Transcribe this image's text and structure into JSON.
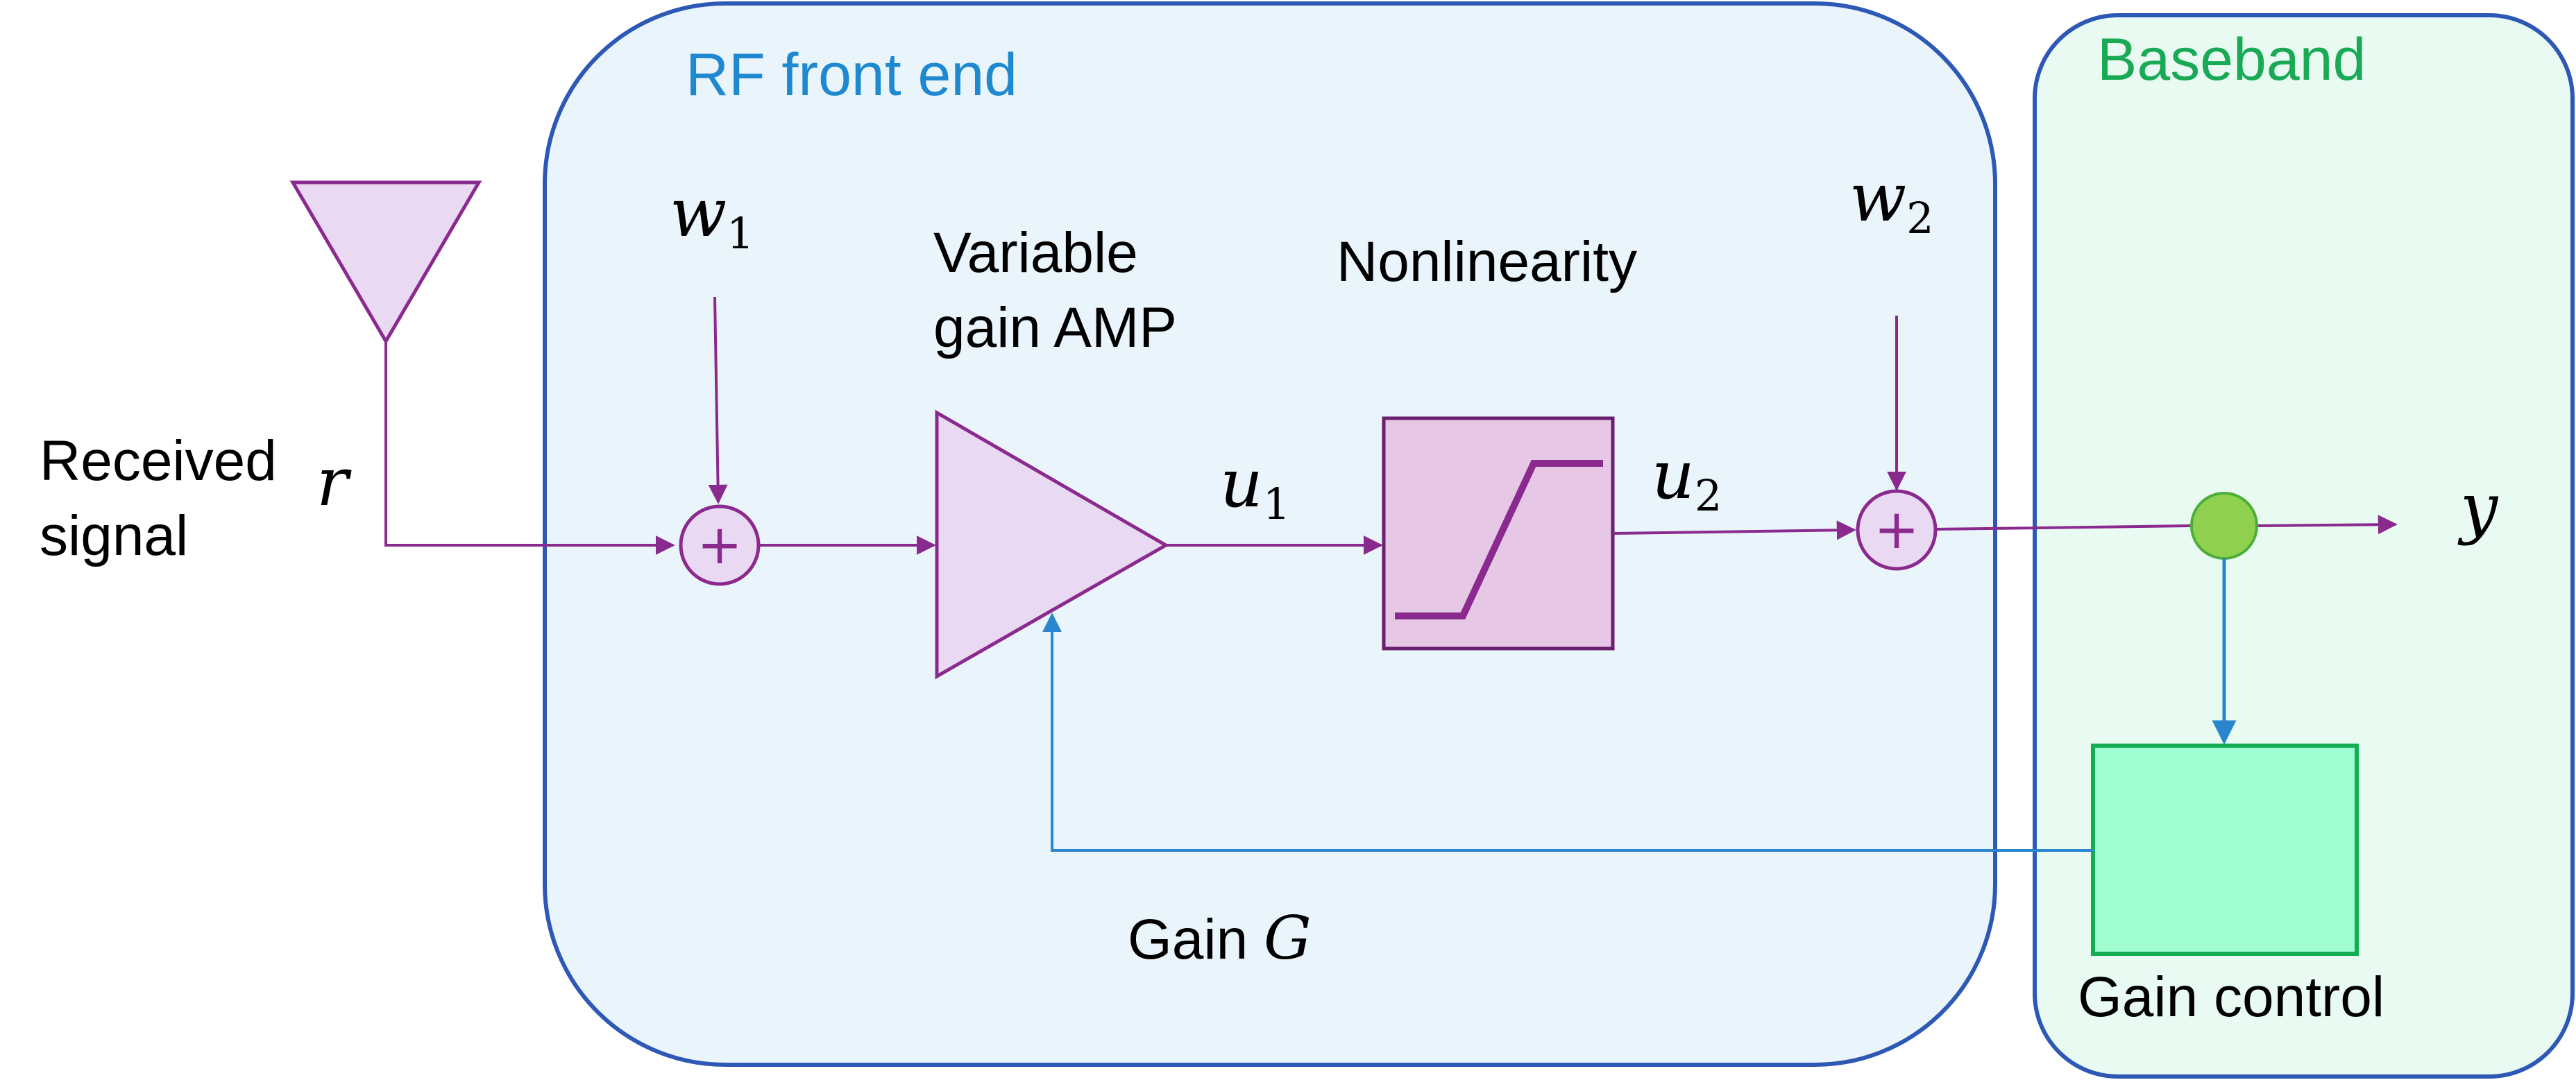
{
  "regions": {
    "rf_front_end": "RF front end",
    "baseband": "Baseband"
  },
  "labels": {
    "received_signal_line1": "Received",
    "received_signal_line2": "signal",
    "r": "r",
    "w1": "w",
    "w1_sub": "1",
    "w2": "w",
    "w2_sub": "2",
    "amp_line1": "Variable",
    "amp_line2": "gain AMP",
    "nonlinearity": "Nonlinearity",
    "u1": "u",
    "u1_sub": "1",
    "u2": "u",
    "u2_sub": "2",
    "y": "y",
    "gain_text": "Gain ",
    "gain_symbol": "G",
    "gain_control": "Gain control"
  },
  "symbols": {
    "adder": "+",
    "antenna": "antenna-icon",
    "amplifier": "amplifier-icon",
    "nonlinearity": "saturation-curve-icon",
    "splitter": "junction-dot"
  },
  "colors": {
    "rf_fill": "#eaf5fb",
    "rf_border": "#2e58b5",
    "rf_title": "#1e88d0",
    "baseband_fill": "#e9faf3",
    "baseband_border": "#2e58b5",
    "baseband_title": "#1aaa55",
    "signal_line": "#8b2a8e",
    "component_fill": "#ead9f2",
    "nonlinearity_fill": "#e6c8e6",
    "feedback_line": "#2a86cc",
    "junction_fill": "#8fd14f",
    "gain_control_fill": "#9fffd0",
    "gain_control_border": "#12ad52"
  }
}
